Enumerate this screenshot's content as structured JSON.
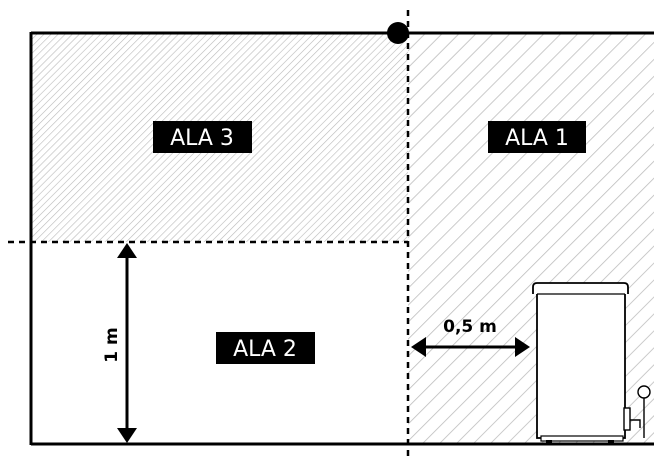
{
  "zones": {
    "ala1": "ALA 1",
    "ala2": "ALA 2",
    "ala3": "ALA 3"
  },
  "dimensions": {
    "height": "1 m",
    "distance": "0,5 m"
  },
  "colors": {
    "line": "#000000",
    "hatch_fine": "#b9b9b9",
    "hatch_wide": "#bdbdbd",
    "label_bg": "#000000",
    "label_text": "#ffffff"
  },
  "icons": {
    "corner_marker": "filled-circle",
    "appliance": "sauna-heater-icon"
  }
}
